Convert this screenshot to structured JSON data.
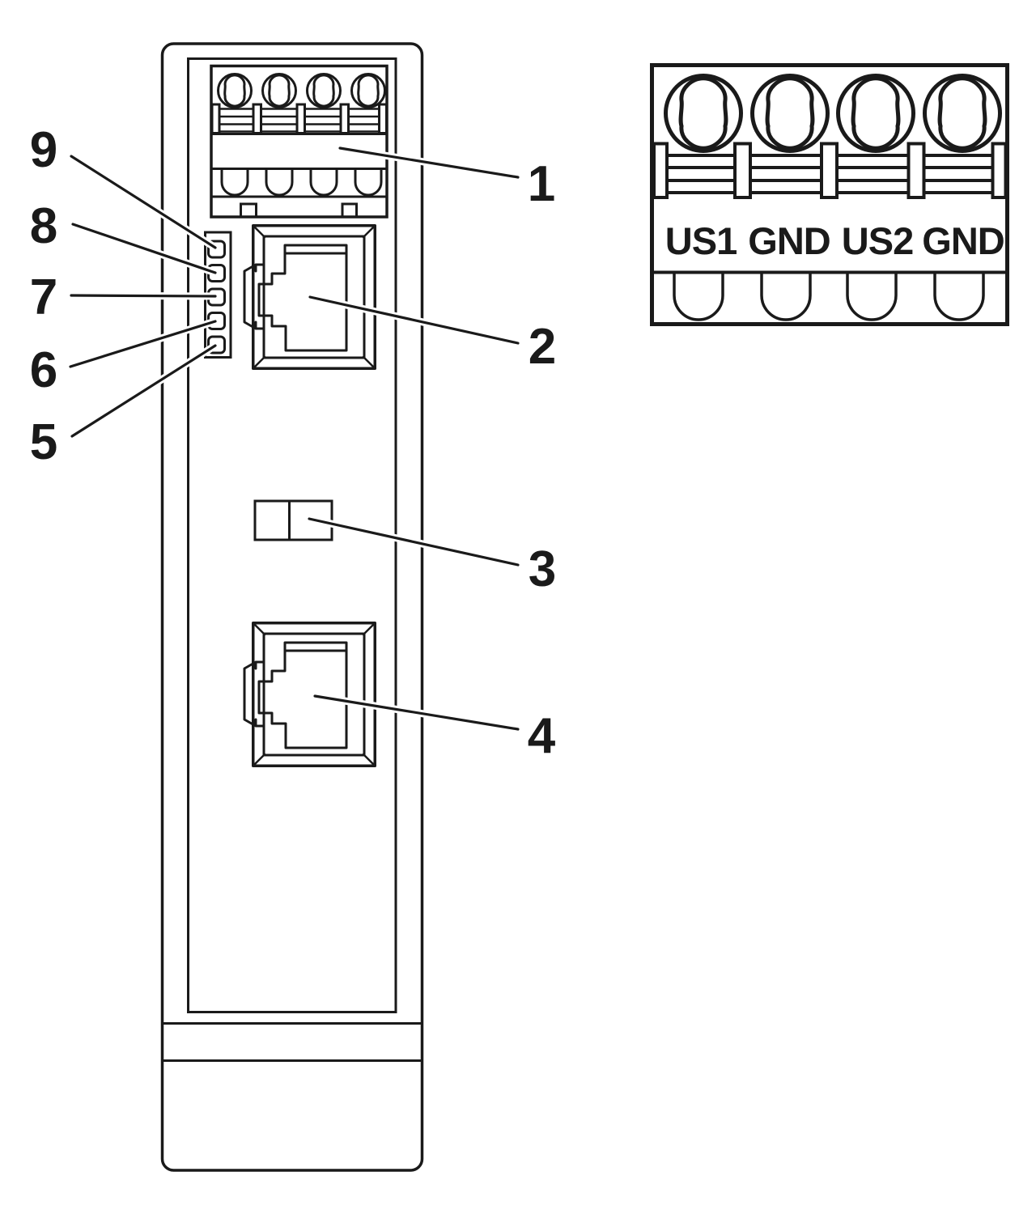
{
  "diagram": {
    "callouts": {
      "left": [
        "9",
        "8",
        "7",
        "6",
        "5"
      ],
      "right": [
        "1",
        "2",
        "3",
        "4"
      ]
    },
    "detail_view": {
      "terminal_labels": [
        "US1",
        "GND",
        "US2",
        "GND"
      ]
    }
  },
  "colors": {
    "line": "#1a1a1a",
    "background": "#ffffff"
  }
}
